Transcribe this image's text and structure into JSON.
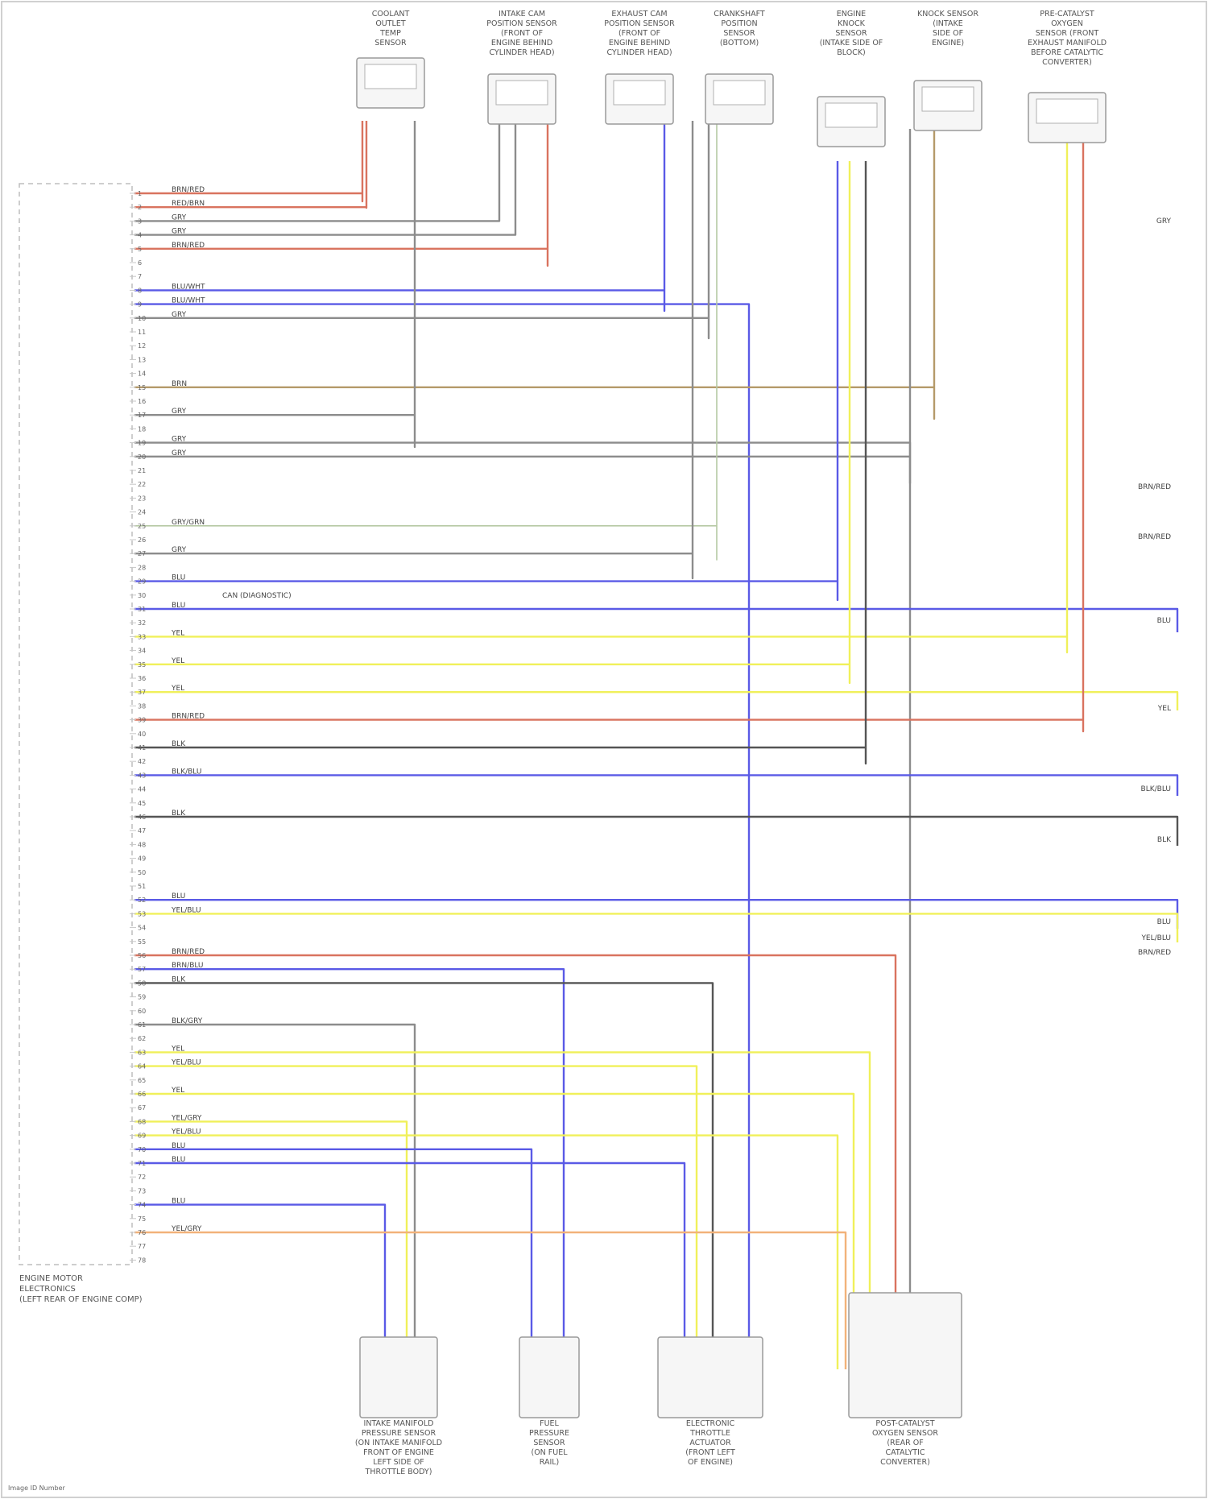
{
  "colors": {
    "RED": "#d9735f",
    "BLU": "#5a5ae6",
    "YEL": "#f0f05a",
    "GRY": "#8c8c8c",
    "WHT": "#e3e3e3",
    "BRN": "#b59a6a",
    "GRN": "#b6c9a4",
    "ORG": "#f2b27a",
    "VIO": "#b79ad6",
    "BLK": "#555555"
  },
  "ecm": {
    "label_lines": [
      "ENGINE MOTOR",
      "ELECTRONICS",
      "(LEFT REAR OF ENGINE COMP)"
    ]
  },
  "footer_text": "Image ID Number",
  "top_components": [
    {
      "id": "c1",
      "label": [
        "COOLANT",
        "OUTLET",
        "TEMP",
        "SENSOR"
      ]
    },
    {
      "id": "c2",
      "label": [
        "INTAKE CAM",
        "POSITION SENSOR",
        "(FRONT OF",
        "ENGINE BEHIND",
        "CYLINDER HEAD)"
      ]
    },
    {
      "id": "c3",
      "label": [
        "EXHAUST CAM",
        "POSITION SENSOR",
        "(FRONT OF",
        "ENGINE BEHIND",
        "CYLINDER HEAD)"
      ]
    },
    {
      "id": "c4",
      "label": [
        "CRANKSHAFT",
        "POSITION",
        "SENSOR",
        "(BOTTOM)"
      ]
    },
    {
      "id": "c5",
      "label": [
        "ENGINE",
        "KNOCK",
        "SENSOR",
        "(INTAKE SIDE OF",
        "BLOCK)"
      ]
    },
    {
      "id": "c6",
      "label": [
        "KNOCK SENSOR",
        "(INTAKE",
        "SIDE OF",
        "ENGINE)"
      ]
    },
    {
      "id": "c7",
      "label": [
        "PRE-CATALYST",
        "OXYGEN",
        "SENSOR (FRONT",
        "EXHAUST MANIFOLD",
        "BEFORE CATALYTIC",
        "CONVERTER)"
      ]
    }
  ],
  "bottom_components": [
    {
      "id": "b1",
      "label": [
        "INTAKE MANIFOLD",
        "PRESSURE SENSOR",
        "(ON INTAKE MANIFOLD",
        "FRONT OF ENGINE",
        "LEFT SIDE OF",
        "THROTTLE BODY)"
      ]
    },
    {
      "id": "b2",
      "label": [
        "FUEL",
        "PRESSURE",
        "SENSOR",
        "(ON FUEL",
        "RAIL)"
      ]
    },
    {
      "id": "b3",
      "label": [
        "ELECTRONIC",
        "THROTTLE",
        "ACTUATOR",
        "(FRONT LEFT",
        "OF ENGINE)"
      ]
    },
    {
      "id": "b4",
      "label": [
        "POST-CATALYST",
        "OXYGEN SENSOR",
        "(REAR OF",
        "CATALYTIC",
        "CONVERTER)"
      ]
    }
  ],
  "pins": [
    "1",
    "2",
    "3",
    "4",
    "5",
    "6",
    "7",
    "8",
    "9",
    "10",
    "11",
    "12",
    "13",
    "14",
    "15",
    "16",
    "17",
    "18",
    "19",
    "20",
    "21",
    "22",
    "23",
    "24",
    "25",
    "26",
    "27",
    "28",
    "29",
    "30",
    "31",
    "32",
    "33",
    "34",
    "35",
    "36",
    "37",
    "38",
    "39",
    "40",
    "41",
    "42",
    "43",
    "44",
    "45",
    "46",
    "47",
    "48",
    "49",
    "50",
    "51",
    "52",
    "53",
    "54",
    "55",
    "56",
    "57",
    "58",
    "59",
    "60",
    "61",
    "62",
    "63",
    "64",
    "65",
    "66",
    "67",
    "68",
    "69",
    "70",
    "71",
    "72",
    "73",
    "74",
    "75",
    "76",
    "77",
    "78"
  ],
  "wires": [
    {
      "label": "BRN/RED",
      "color": "RED"
    },
    {
      "label": "RED/BRN",
      "color": "RED"
    },
    {
      "label": "GRY",
      "color": "GRY"
    },
    {
      "label": "GRY",
      "color": "GRY"
    },
    {
      "label": "BRN/RED",
      "color": "RED"
    },
    {
      "label": "BLU/WHT",
      "color": "BLU"
    },
    {
      "label": "BLU/WHT",
      "color": "BLU"
    },
    {
      "label": "GRY",
      "color": "GRY"
    },
    {
      "label": "BRN",
      "color": "BRN"
    },
    {
      "label": "GRY",
      "color": "GRY"
    },
    {
      "label": "GRY",
      "color": "GRY"
    },
    {
      "label": "GRY",
      "color": "GRY"
    },
    {
      "label": "GRY/GRN",
      "color": "GRN"
    },
    {
      "label": "GRY",
      "color": "GRY"
    },
    {
      "label": "BLU",
      "color": "BLU"
    },
    {
      "label": "BLU",
      "color": "BLU"
    },
    {
      "label": "YEL",
      "color": "YEL"
    },
    {
      "label": "YEL",
      "color": "YEL"
    },
    {
      "label": "YEL",
      "color": "YEL"
    },
    {
      "label": "BRN/RED",
      "color": "RED"
    },
    {
      "label": "BLK",
      "color": "BLK"
    },
    {
      "label": "BLK/BLU",
      "color": "BLU"
    },
    {
      "label": "BLK",
      "color": "BLK"
    },
    {
      "label": "BLU",
      "color": "BLU"
    },
    {
      "label": "YEL/BLU",
      "color": "YEL"
    },
    {
      "label": "BRN/RED",
      "color": "RED"
    },
    {
      "label": "BRN/BLU",
      "color": "BLU"
    },
    {
      "label": "BLK",
      "color": "BLK"
    },
    {
      "label": "BLK/GRY",
      "color": "GRY"
    },
    {
      "label": "YEL",
      "color": "YEL"
    },
    {
      "label": "YEL/BLU",
      "color": "YEL"
    },
    {
      "label": "YEL",
      "color": "YEL"
    },
    {
      "label": "YEL/GRY",
      "color": "YEL"
    },
    {
      "label": "YEL/BLU",
      "color": "YEL"
    },
    {
      "label": "BLU",
      "color": "BLU"
    },
    {
      "label": "BLU",
      "color": "BLU"
    },
    {
      "label": "BLU",
      "color": "BLU"
    },
    {
      "label": "YEL/GRY",
      "color": "ORG"
    }
  ],
  "side_labels": [
    "GRY",
    "BRN/RED",
    "BRN/RED",
    "BLU",
    "YEL",
    "BLK/BLU",
    "BLK",
    "BLU",
    "YEL/BLU",
    "BRN/RED"
  ],
  "mid_label": "CAN (DIAGNOSTIC)"
}
